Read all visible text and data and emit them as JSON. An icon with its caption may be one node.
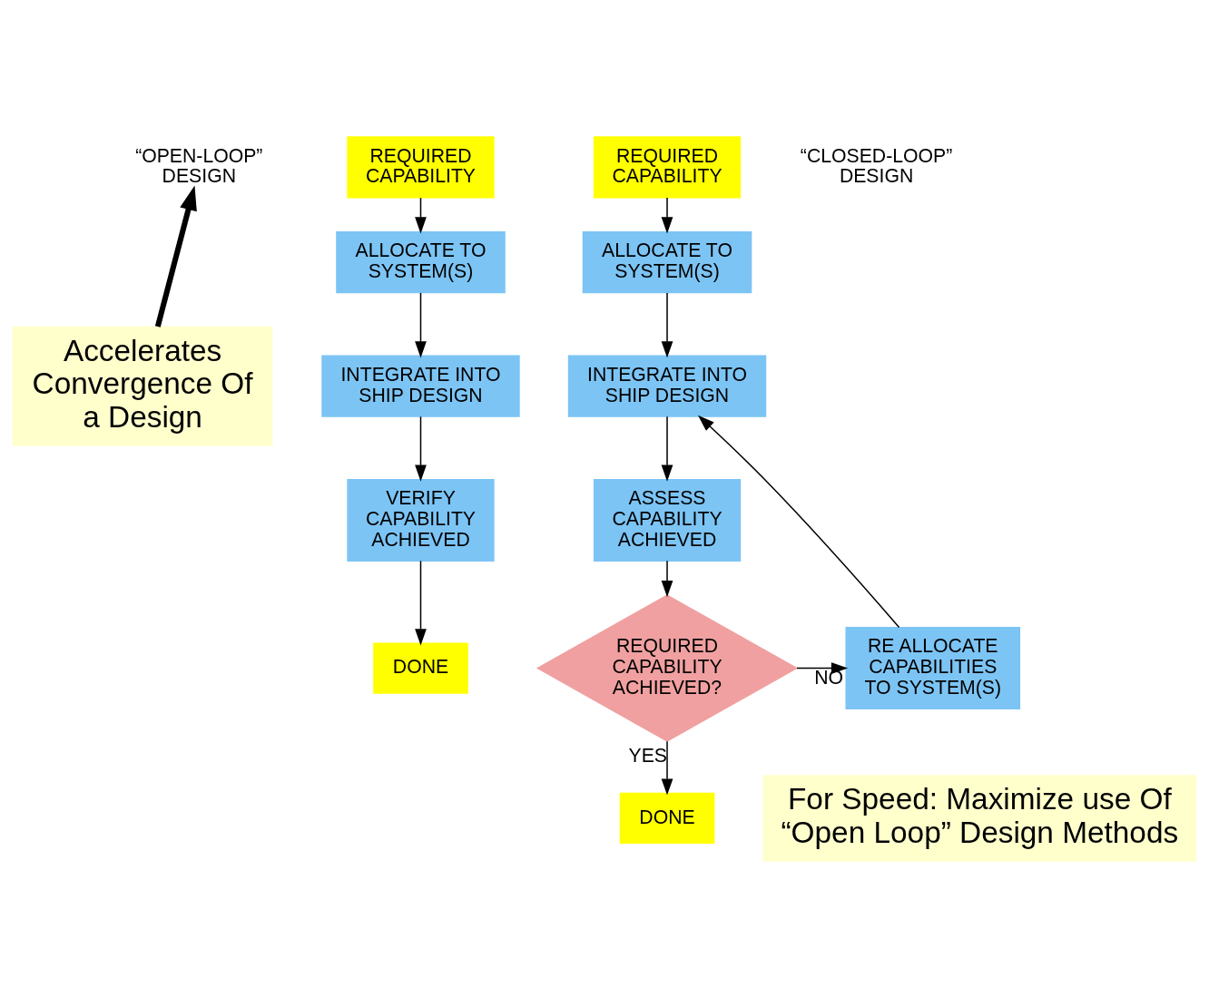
{
  "diagram": {
    "nodes": [
      {
        "text": [
          "“OPEN-LOOP” DESIGN"
        ]
      },
      {
        "text": [
          "REQUIRED CAPABILITY"
        ]
      },
      {
        "text": [
          "ALLOCATE TO SYSTEM(S)"
        ]
      },
      {
        "text": [
          "INTEGRATE INTO SHIP DESIGN"
        ]
      },
      {
        "text": [
          "VERIFY CAPABILITY ACHIEVED"
        ]
      },
      {
        "text": [
          "DONE"
        ]
      },
      {
        "text": [
          "REQUIRED CAPABILITY"
        ]
      },
      {
        "text": [
          "ALLOCATE TO SYSTEM(S)"
        ]
      },
      {
        "text": [
          "INTEGRATE INTO SHIP DESIGN"
        ]
      },
      {
        "text": [
          "ASSESS CAPABILITY ACHIEVED"
        ]
      },
      {
        "text": [
          "REQUIRED CAPABILITY ACHIEVED?"
        ]
      },
      {
        "text": [
          "RE ALLOCATE CAPABILITIES TO SYSTEM(S)"
        ]
      },
      {
        "text": [
          "DONE"
        ]
      },
      {
        "text": [
          "Accelerates Convergence Of a Design"
        ]
      },
      {
        "text": [
          "For Speed: Maximize use Of “Open Loop” Design Methods"
        ]
      }
    ],
    "edges": [
      {
        "from": 1,
        "to": 2,
        "arrow": "to"
      },
      {
        "from": 2,
        "to": 3,
        "arrow": "to"
      },
      {
        "from": 3,
        "to": 4,
        "arrow": "to"
      },
      {
        "from": 4,
        "to": 5,
        "arrow": "to"
      },
      {
        "from": 6,
        "to": 7,
        "arrow": "to"
      },
      {
        "from": 7,
        "to": 8,
        "arrow": "to"
      },
      {
        "from": 8,
        "to": 9,
        "arrow": "to"
      },
      {
        "from": 9,
        "to": 10,
        "arrow": "to"
      },
      {
        "from": 10,
        "to": 11,
        "arrow": "to",
        "label": "NO"
      },
      {
        "from": 11,
        "to": 8,
        "arrow": "to"
      },
      {
        "from": 10,
        "to": 12,
        "arrow": "to",
        "label": "YES"
      },
      {
        "from": 13,
        "to": 0,
        "arrow": "to",
        "style": "thick"
      }
    ],
    "labels": [
      "“CLOSED-LOOP” DESIGN"
    ]
  }
}
